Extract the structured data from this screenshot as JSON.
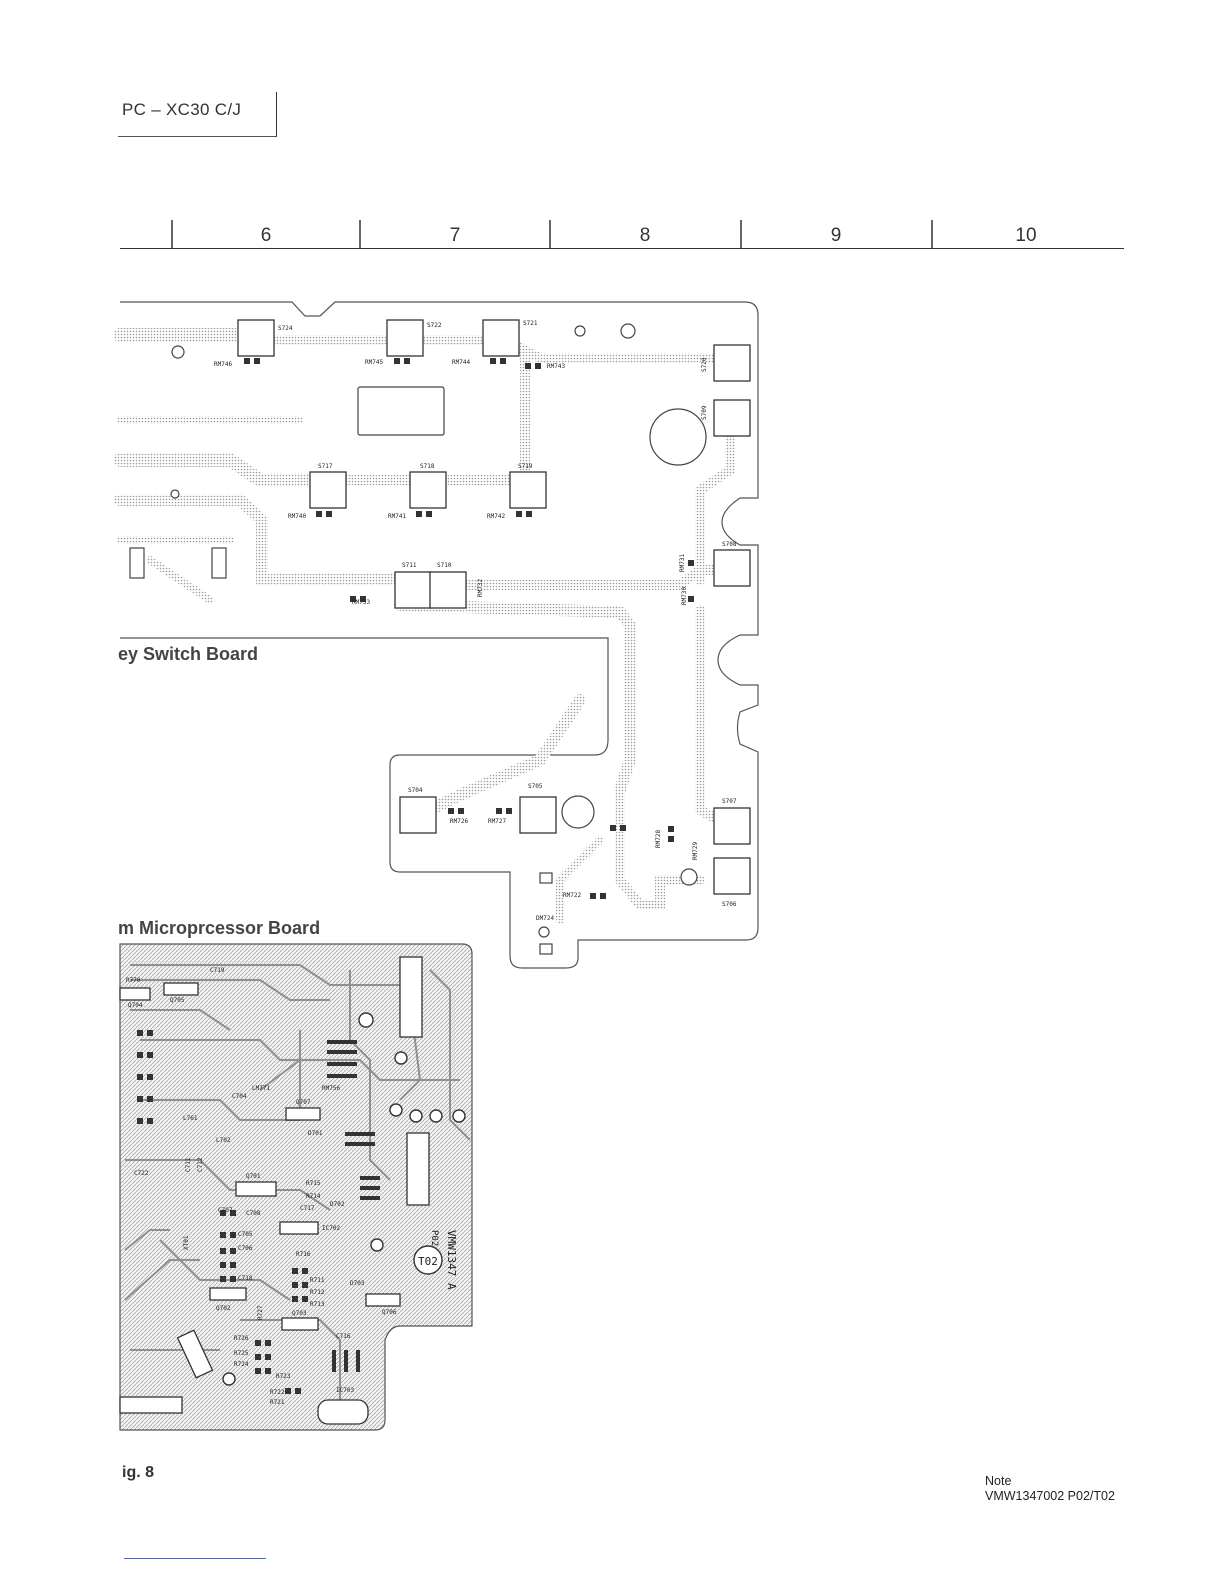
{
  "header": {
    "model": "PC – XC30 C/J"
  },
  "ruler": {
    "columns": [
      "6",
      "7",
      "8",
      "9",
      "10"
    ]
  },
  "boards": {
    "key_switch_title": "ey Switch Board",
    "micro_title": "m Microprcessor Board"
  },
  "key_switch_labels": {
    "switches": [
      "S724",
      "S722",
      "S721",
      "S720",
      "S709",
      "S717",
      "S718",
      "S719",
      "S711",
      "S710",
      "S708",
      "S704",
      "S705",
      "S707",
      "S706"
    ],
    "resistors": [
      "RM746",
      "RM745",
      "RM744",
      "RM743",
      "RM740",
      "RM741",
      "RM742",
      "RM733",
      "RM732",
      "RM731",
      "RM730",
      "RM726",
      "RM727",
      "RM728",
      "RM729",
      "RM722",
      "DM724"
    ]
  },
  "micro_labels": {
    "parts": [
      "C719",
      "R770",
      "Q704",
      "Q705",
      "L761",
      "C704",
      "LM771",
      "RM756",
      "Q707",
      "D701",
      "C722",
      "C711",
      "C712",
      "L702",
      "Q701",
      "R715",
      "R714",
      "C717",
      "D702",
      "C707",
      "C708",
      "C705",
      "C706",
      "IC702",
      "R716",
      "C718",
      "R711",
      "R712",
      "R713",
      "D703",
      "Q702",
      "R727",
      "Q703",
      "R726",
      "R725",
      "R724",
      "R723",
      "R722",
      "R721",
      "IC703",
      "Q706",
      "C716",
      "T02",
      "XT01",
      "VMW1347 A",
      "P02"
    ]
  },
  "footer": {
    "fig": "ig. 8",
    "note_title": "Note",
    "note_text": "VMW1347002  P02/T02"
  }
}
